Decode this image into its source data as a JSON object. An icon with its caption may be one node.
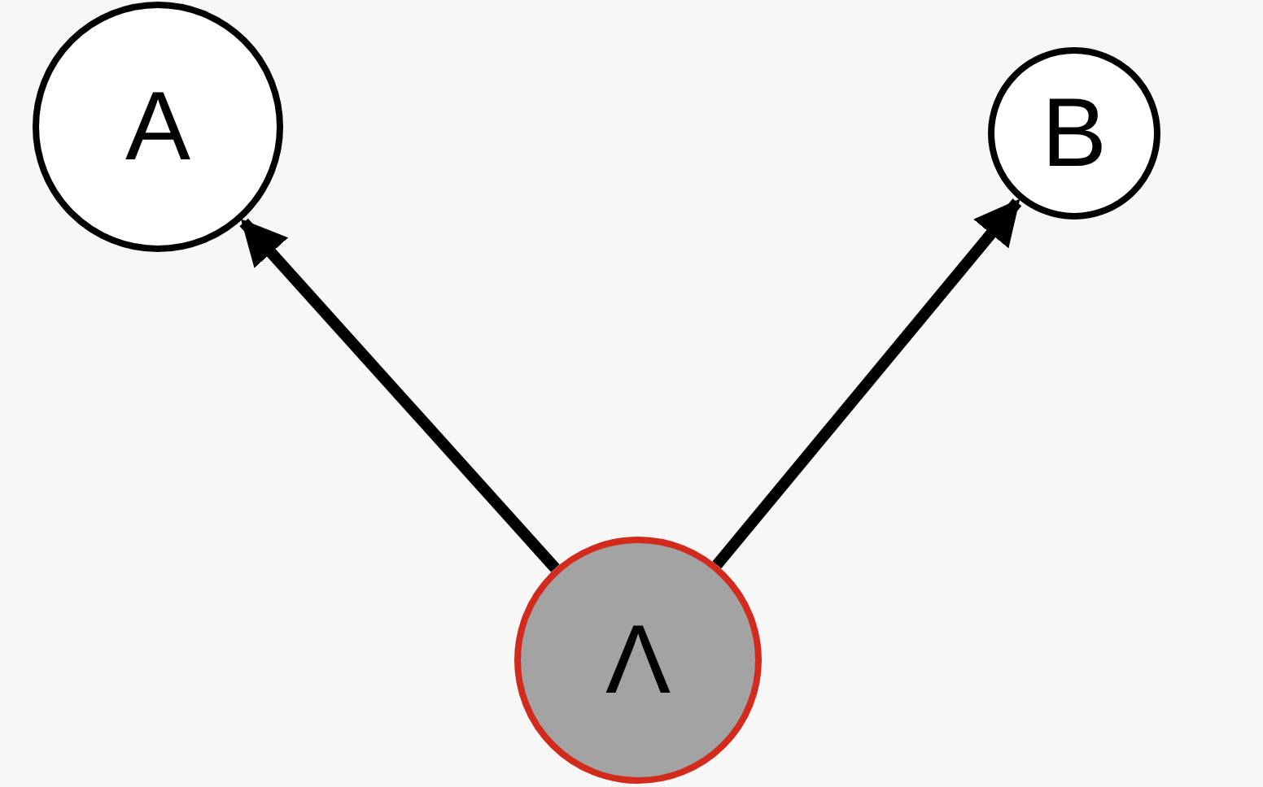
{
  "diagram": {
    "nodes": [
      {
        "text": [
          "A"
        ]
      },
      {
        "text": [
          "B"
        ]
      },
      {
        "text": [
          "Λ"
        ]
      }
    ],
    "edges": [
      {
        "from": 2,
        "to": 0,
        "arrow": "to"
      },
      {
        "from": 2,
        "to": 1,
        "arrow": "to"
      }
    ]
  }
}
